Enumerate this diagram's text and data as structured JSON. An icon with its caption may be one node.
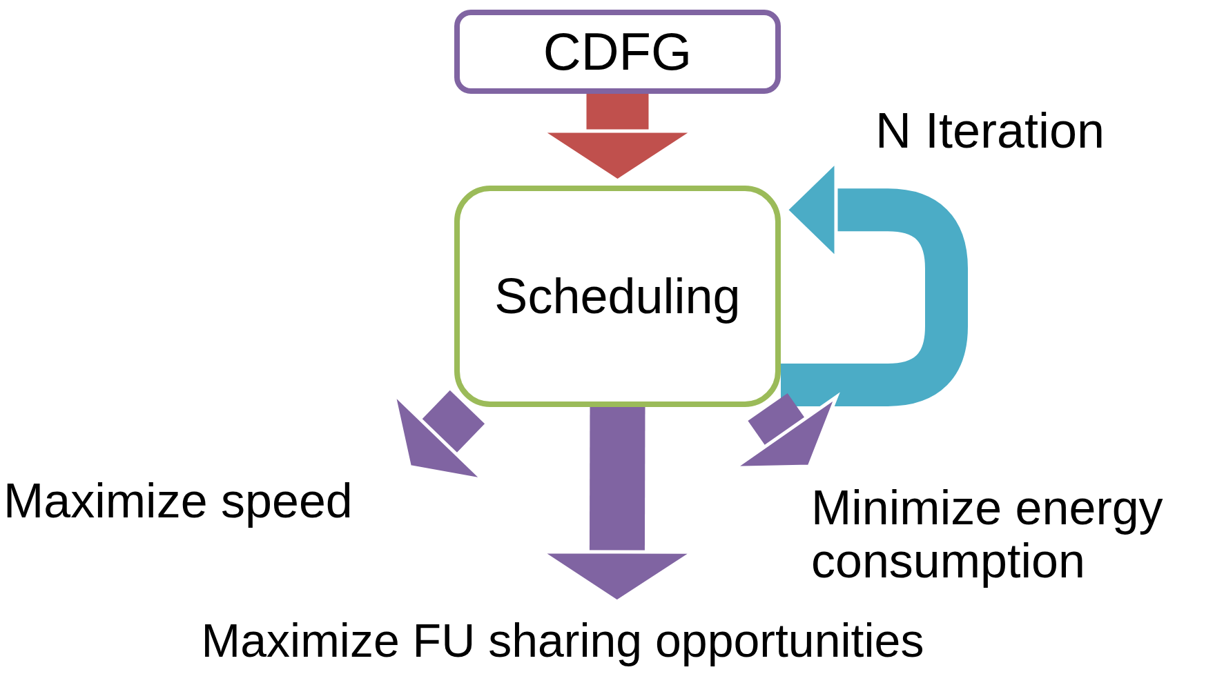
{
  "diagram": {
    "nodes": [
      {
        "text": [
          "CDFG"
        ]
      },
      {
        "text": [
          "Scheduling"
        ]
      },
      {
        "text": [
          "Maximize speed"
        ]
      },
      {
        "text": [
          "Minimize energy consumption"
        ]
      },
      {
        "text": [
          "Maximize FU sharing opportunities"
        ]
      }
    ],
    "edges": [
      {
        "from": 0,
        "to": 1,
        "arrow": "to",
        "color": "#c0504d"
      },
      {
        "from": 1,
        "to": 1,
        "arrow": "to",
        "color": "#4bacc6",
        "label": "N Iteration"
      },
      {
        "from": 1,
        "to": 2,
        "arrow": "to"
      },
      {
        "from": 1,
        "to": 3,
        "arrow": "to"
      },
      {
        "from": 1,
        "to": 4,
        "arrow": "to"
      }
    ]
  }
}
